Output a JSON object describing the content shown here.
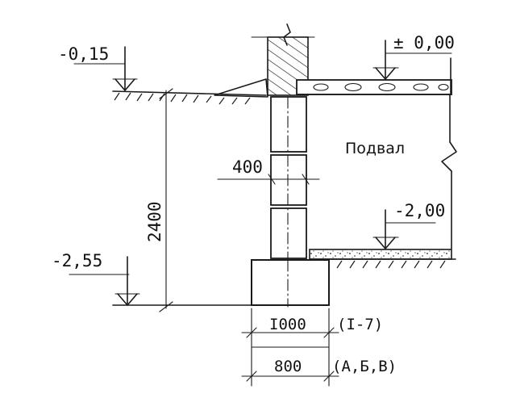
{
  "diagram": {
    "room_label": "Подвал",
    "levels": {
      "ground_left": "-0,15",
      "floor_top": "± 0,00",
      "basement_floor": "-2,00",
      "footing_bottom": "-2,55"
    },
    "dimensions": {
      "wall_width": "400",
      "depth": "2400",
      "footing_width_1": "I000",
      "footing_width_2": "800"
    },
    "notes": {
      "axes_1": "(I-7)",
      "axes_2": "(А,Б,В)"
    }
  }
}
